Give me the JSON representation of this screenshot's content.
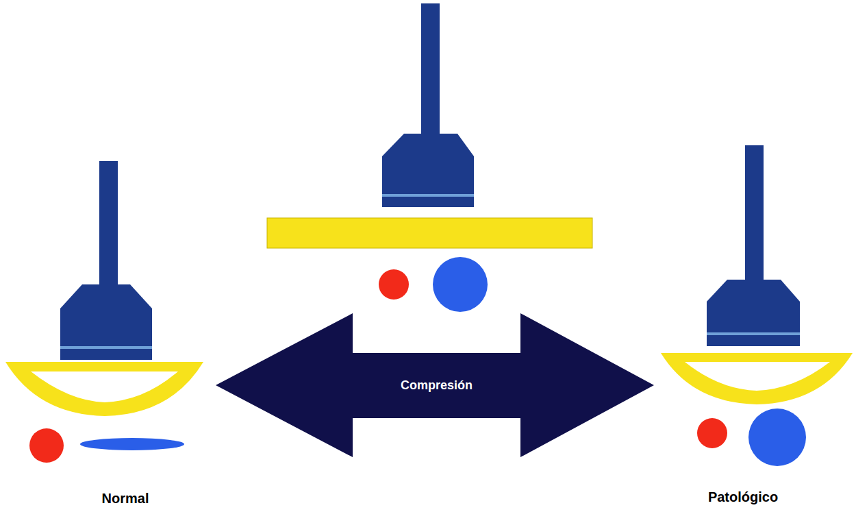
{
  "diagram": {
    "nodes": [
      {
        "text": [
          "Compresión"
        ]
      }
    ],
    "labels": [
      "Normal",
      "Patológico"
    ]
  }
}
